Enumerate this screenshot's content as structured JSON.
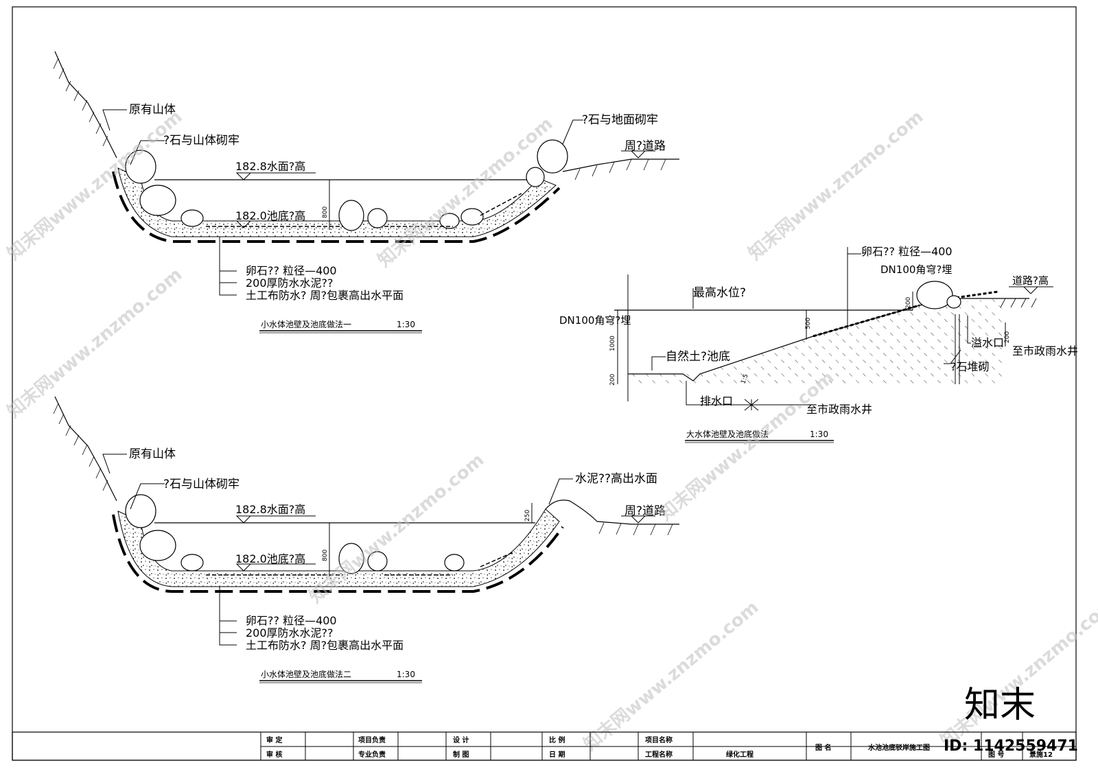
{
  "section1": {
    "title": "小水体池壁及池底做法一",
    "scale": "1:30",
    "labels": {
      "mountain": "原有山体",
      "rock_mountain": "?石与山体砌牢",
      "rock_ground": "?石与地面砌牢",
      "road": "周?道路",
      "water_level": "182.8水面?高",
      "bottom_level": "182.0池底?高",
      "dim_depth": "800"
    },
    "layers": [
      "卵石??  粒径—400",
      "200厚防水水泥??",
      "土工布防水?  周?包裹高出水平面"
    ]
  },
  "section2": {
    "title": "小水体池壁及池底做法二",
    "scale": "1:30",
    "labels": {
      "mountain": "原有山体",
      "rock_mountain": "?石与山体砌牢",
      "cement_edge": "水泥??高出水面",
      "cement_dim": "250",
      "road": "周?道路",
      "water_level": "182.8水面?高",
      "bottom_level": "182.0池底?高",
      "dim_depth": "800"
    },
    "layers": [
      "卵石??  粒径—400",
      "200厚防水水泥??",
      "土工布防水?  周?包裹高出水平面"
    ]
  },
  "section3": {
    "title": "大水体池壁及池底做法",
    "scale": "1:30",
    "labels": {
      "cobble": "卵石??  粒径—400",
      "pipe_top": "DN100角穹?埋",
      "road_level": "道路?高",
      "max_water": "最高水位?",
      "pipe_left": "DN100角穹?埋",
      "natural_soil": "自然土?池底",
      "overflow": "溢水口",
      "to_storm_1": "至市政雨水井",
      "rock_pile": "?石堆砌",
      "drain": "排水口",
      "to_storm_2": "至市政雨水井",
      "dim_1000": "1000",
      "dim_200": "200",
      "dim_500": "500",
      "dim_200b": "200",
      "dim_200c": "200",
      "slope": "1:5"
    }
  },
  "title_block": {
    "row1": [
      "审    定",
      "项目负责",
      "设    计",
      "比    例",
      "项目名称"
    ],
    "row2": [
      "审    核",
      "专业负责",
      "制    图",
      "日    期",
      "工程名称"
    ],
    "project_name": "绿化工程",
    "drawing_label": "图    名",
    "drawing_name": "水池池底驳岸施工图",
    "drawing_no_label": "图    号",
    "drawing_no": "景施12"
  },
  "watermark": {
    "text": "知末网www.znzmo.com",
    "brand": "知末",
    "id": "ID: 1142559471"
  }
}
